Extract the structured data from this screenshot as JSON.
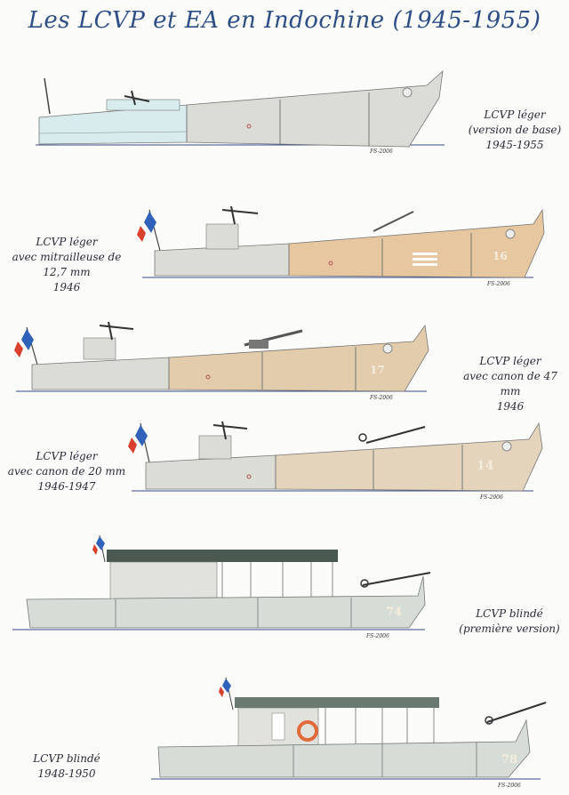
{
  "title": "Les LCVP et EA en Indochine (1945-1955)",
  "signature": "FS-2006",
  "colors": {
    "title": "#2e4f86",
    "hull_grey": "#dcdcd6",
    "hull_blue": "#d8ecee",
    "rust": "#e6c79f",
    "roof": "#4a5a50",
    "waterline": "#3a4a8a",
    "flag_blue": "#2f62b8",
    "flag_red": "#d9412e"
  },
  "boats": [
    {
      "lines": [
        "LCVP léger",
        "(version de base)",
        "1945-1955"
      ],
      "number": ""
    },
    {
      "lines": [
        "LCVP léger",
        "avec mitrailleuse de 12,7 mm",
        "1946"
      ],
      "number": "16"
    },
    {
      "lines": [
        "LCVP léger",
        "avec canon de 47 mm",
        "1946"
      ],
      "number": "17"
    },
    {
      "lines": [
        "LCVP  léger",
        "avec canon de 20 mm",
        "1946-1947"
      ],
      "number": "14"
    },
    {
      "lines": [
        "LCVP blindé",
        "(première version)"
      ],
      "number": "74"
    },
    {
      "lines": [
        "LCVP blindé",
        "1948-1950"
      ],
      "number": "78"
    }
  ]
}
